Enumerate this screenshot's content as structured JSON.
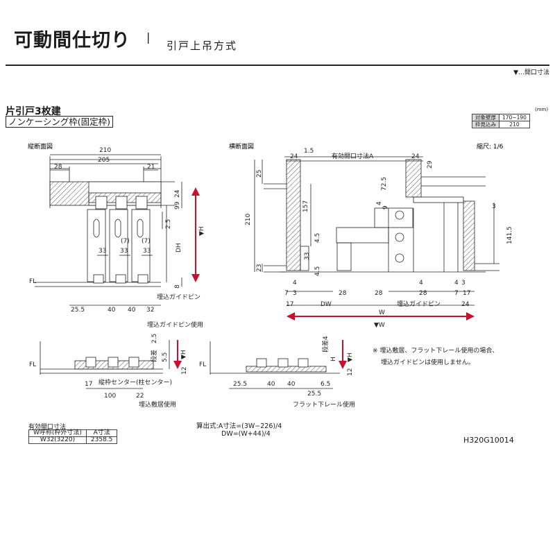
{
  "header": {
    "title": "可動間仕切り",
    "separator": "|",
    "subtitle": "引戸上吊方式",
    "legend": "▼…開口寸法"
  },
  "product": {
    "type": "片引戸3枚建",
    "frame": "ノンケーシング枠(固定枠)"
  },
  "spec_table": {
    "unit": "(mm)",
    "rows": [
      {
        "label": "対象壁厚",
        "value": "170~190"
      },
      {
        "label": "枠見込み",
        "value": "210"
      }
    ]
  },
  "views": {
    "vertical_section": "縦断面図",
    "horizontal_section": "横断面図",
    "scale": "縮尺: 1/6"
  },
  "labels": {
    "fl": "FL",
    "guide_pin": "埋込ガイドピン",
    "guide_pin_use": "埋込ガイドピン使用",
    "center_note": "縦枠センター(柱センター)",
    "threshold_use": "埋込敷居使用",
    "flat_rail_use": "フラット下レール使用",
    "effective_opening_a": "有効開口寸法A",
    "dw": "DW",
    "w": "W",
    "w_open": "▼W",
    "h": "H",
    "h_open": "▼H",
    "dh": "DH",
    "step": "段差",
    "paren7": "(7)"
  },
  "dims": {
    "v_210": "210",
    "v_205": "205",
    "v_28": "28",
    "v_21": "21",
    "v_99": "99",
    "v_24": "24",
    "v_2_5": "2.5",
    "v_33": "33",
    "v_8": "8",
    "v_25_5": "25.5",
    "v_40": "40",
    "v_32": "32",
    "h_24": "24",
    "h_1_5": "1.5",
    "h_29": "29",
    "h_25": "25",
    "h_72_5": "72.5",
    "h_157": "157",
    "h_210": "210",
    "h_4": "4",
    "h_9": "9",
    "h_3": "3",
    "h_141_5": "141.5",
    "h_4_5": "4.5",
    "h_33": "33",
    "h_23": "23",
    "h_7": "7",
    "h_17": "17",
    "h_28": "28",
    "d_2_5": "2.5",
    "d_5_5": "5.5",
    "d_12": "12",
    "d_17": "17",
    "d_100": "100",
    "d_22": "22",
    "d_4": "4",
    "d_6_5": "6.5",
    "d_25_5": "25.5"
  },
  "notes": [
    "※ 埋込敷居、フラット下レール使用の場合、",
    "埋込ガイドピンは使用しません。"
  ],
  "opening_table": {
    "caption": "有効開口寸法",
    "headers": [
      "W呼称(枠外寸法)",
      "A寸法"
    ],
    "rows": [
      [
        "W32(3220)",
        "2358.5"
      ]
    ]
  },
  "formulas": [
    "算出式:A寸法=(3W−226)/4",
    "DW=(W+44)/4"
  ],
  "code": "H320G10014",
  "colors": {
    "arrow": "#c8102e",
    "hatch": "#555555",
    "line": "#222222"
  }
}
